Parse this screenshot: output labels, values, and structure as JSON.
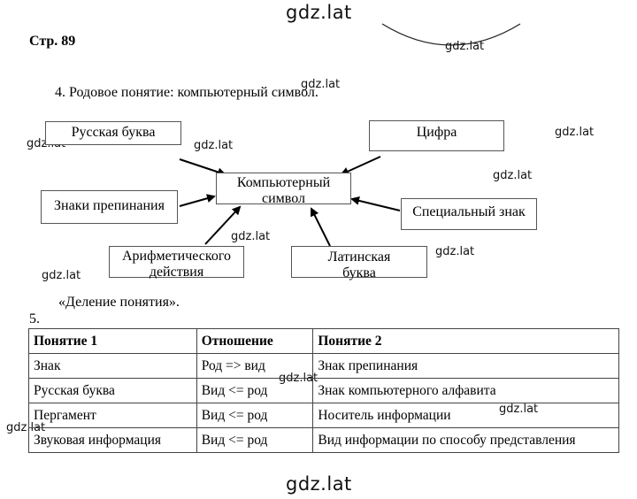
{
  "watermarks": {
    "top": "gdz.lat",
    "bottom": "gdz.lat",
    "small": "gdz.lat"
  },
  "page": {
    "label": "Стр. 89"
  },
  "task4": {
    "text": "4.   Родовое понятие: компьютерный символ.",
    "center": {
      "line1": "Компьютерный",
      "line2": "символ"
    },
    "boxes": {
      "russian_letter": "Русская буква",
      "digit": "Цифра",
      "punctuation": "Знаки препинания",
      "special": "Специальный знак",
      "arithmetic": {
        "line1": "Арифметического",
        "line2": "действия"
      },
      "latin": {
        "line1": "Латинская",
        "line2": "буква"
      }
    },
    "operation": "«Деление понятия»."
  },
  "task5": {
    "number": "5.",
    "headers": [
      "Понятие 1",
      "Отношение",
      "Понятие 2"
    ],
    "rows": [
      [
        "Знак",
        "Род => вид",
        "Знак препинания"
      ],
      [
        "Русская буква",
        "Вид <= род",
        "Знак компьютерного алфавита"
      ],
      [
        "Пергамент",
        "Вид <= род",
        "Носитель информации"
      ],
      [
        "Звуковая информация",
        "Вид <= род",
        "Вид информации по способу представления"
      ]
    ]
  }
}
